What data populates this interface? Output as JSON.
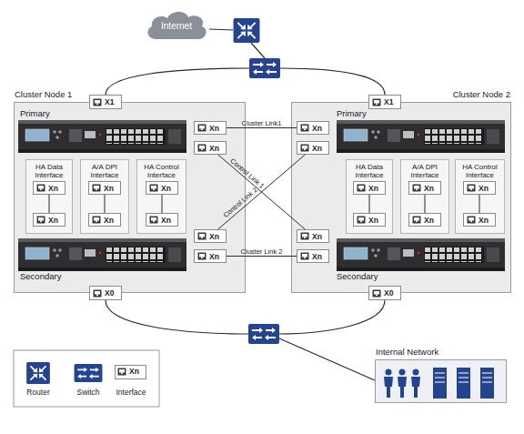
{
  "diagram": {
    "nodes": [
      {
        "text": [
          "Internet"
        ]
      },
      {
        "text": [
          "Cluster Node 1"
        ]
      },
      {
        "text": [
          "X1"
        ],
        "in": 1
      },
      {
        "text": [
          "HA Data Interface"
        ],
        "in": 1
      },
      {
        "text": [
          "Xn"
        ],
        "in": 3
      },
      {
        "text": [
          "Xn"
        ],
        "in": 3
      },
      {
        "text": [
          "A/A DPI Interface"
        ],
        "in": 1
      },
      {
        "text": [
          "Xn"
        ],
        "in": 6
      },
      {
        "text": [
          "Xn"
        ],
        "in": 6
      },
      {
        "text": [
          "HA Control Interface"
        ],
        "in": 1
      },
      {
        "text": [
          "Xn"
        ],
        "in": 9
      },
      {
        "text": [
          "Xn"
        ],
        "in": 9
      },
      {
        "text": [
          "Xn"
        ],
        "in": 1
      },
      {
        "text": [
          "Xn"
        ],
        "in": 1
      },
      {
        "text": [
          "Xn"
        ],
        "in": 1
      },
      {
        "text": [
          "Xn"
        ],
        "in": 1
      },
      {
        "text": [
          "X0"
        ],
        "in": 1
      },
      {
        "text": [
          "Cluster Node 2"
        ]
      },
      {
        "text": [
          "X1"
        ],
        "in": 17
      },
      {
        "text": [
          "Xn"
        ],
        "in": 17
      },
      {
        "text": [
          "Xn"
        ],
        "in": 17
      },
      {
        "text": [
          "Xn"
        ],
        "in": 17
      },
      {
        "text": [
          "Xn"
        ],
        "in": 17
      },
      {
        "text": [
          "HA Data Interface"
        ],
        "in": 17
      },
      {
        "text": [
          "Xn"
        ],
        "in": 23
      },
      {
        "text": [
          "Xn"
        ],
        "in": 23
      },
      {
        "text": [
          "A/A DPI Interface"
        ],
        "in": 17
      },
      {
        "text": [
          "Xn"
        ],
        "in": 26
      },
      {
        "text": [
          "Xn"
        ],
        "in": 26
      },
      {
        "text": [
          "HA Control Interface"
        ],
        "in": 17
      },
      {
        "text": [
          "Xn"
        ],
        "in": 29
      },
      {
        "text": [
          "Xn"
        ],
        "in": 29
      },
      {
        "text": [
          "X0"
        ],
        "in": 17
      },
      {
        "text": [
          "Internal Network"
        ]
      }
    ],
    "edges": [
      {
        "from": 12,
        "to": 19,
        "label": "Cluster Link1",
        "arrow": "none"
      },
      {
        "from": 13,
        "to": 21,
        "label": "Control Link 1",
        "arrow": "none"
      },
      {
        "from": 14,
        "to": 20,
        "label": "Control Link 2",
        "arrow": "none"
      },
      {
        "from": 15,
        "to": 22,
        "label": "Cluster Link 2",
        "arrow": "none"
      },
      {
        "from": 4,
        "to": 5,
        "arrow": "none"
      },
      {
        "from": 7,
        "to": 8,
        "arrow": "none"
      },
      {
        "from": 10,
        "to": 11,
        "arrow": "none"
      },
      {
        "from": 24,
        "to": 25,
        "arrow": "none"
      },
      {
        "from": 27,
        "to": 28,
        "arrow": "none"
      },
      {
        "from": 30,
        "to": 31,
        "arrow": "none"
      }
    ],
    "labels": [
      "Primary",
      "Primary",
      "Secondary",
      "Secondary",
      "Xn"
    ],
    "legend": [
      {
        "text": "Router"
      },
      {
        "text": "Switch"
      },
      {
        "text": "Interface"
      }
    ]
  }
}
